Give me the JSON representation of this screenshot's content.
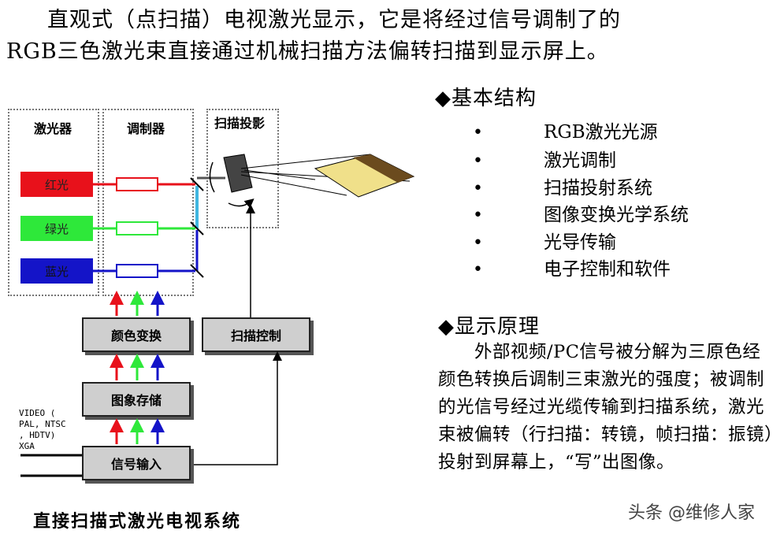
{
  "intro": {
    "line1": "直观式（点扫描）电视激光显示，它是将经过信号调制了的",
    "line2": "RGB三色激光束直接通过机械扫描方法偏转扫描到显示屏上。"
  },
  "diagram": {
    "col_laser": "激光器",
    "col_modulator": "调制器",
    "col_scan": "扫描投影",
    "red_label": "红光",
    "green_label": "绿光",
    "blue_label": "蓝光",
    "color_transform": "颜色变换",
    "scan_control": "扫描控制",
    "image_storage": "图象存储",
    "signal_input": "信号输入",
    "video_label_line1": "VIDEO (",
    "video_label_line2": "PAL, NTSC",
    "video_label_line3": ", HDTV)",
    "xga_label": "XGA",
    "caption": "直接扫描式激光电视系统",
    "colors": {
      "red": "#e8111b",
      "green": "#2ee83a",
      "blue": "#1414c8",
      "gray_box": "#cfcfcf"
    }
  },
  "structure": {
    "heading": "◆基本结构",
    "items": [
      "RGB激光光源",
      "激光调制",
      "扫描投射系统",
      "图像变换光学系统",
      "光导传输",
      "电子控制和软件"
    ]
  },
  "principle": {
    "heading": "◆显示原理",
    "text": "　　外部视频/PC信号被分解为三原色经颜色转换后调制三束激光的强度；被调制的光信号经过光缆传输到扫描系统，激光束被偏转（行扫描：转镜，帧扫描：振镜）投射到屏幕上，“写”出图像。"
  },
  "watermark": "头条 @维修人家"
}
